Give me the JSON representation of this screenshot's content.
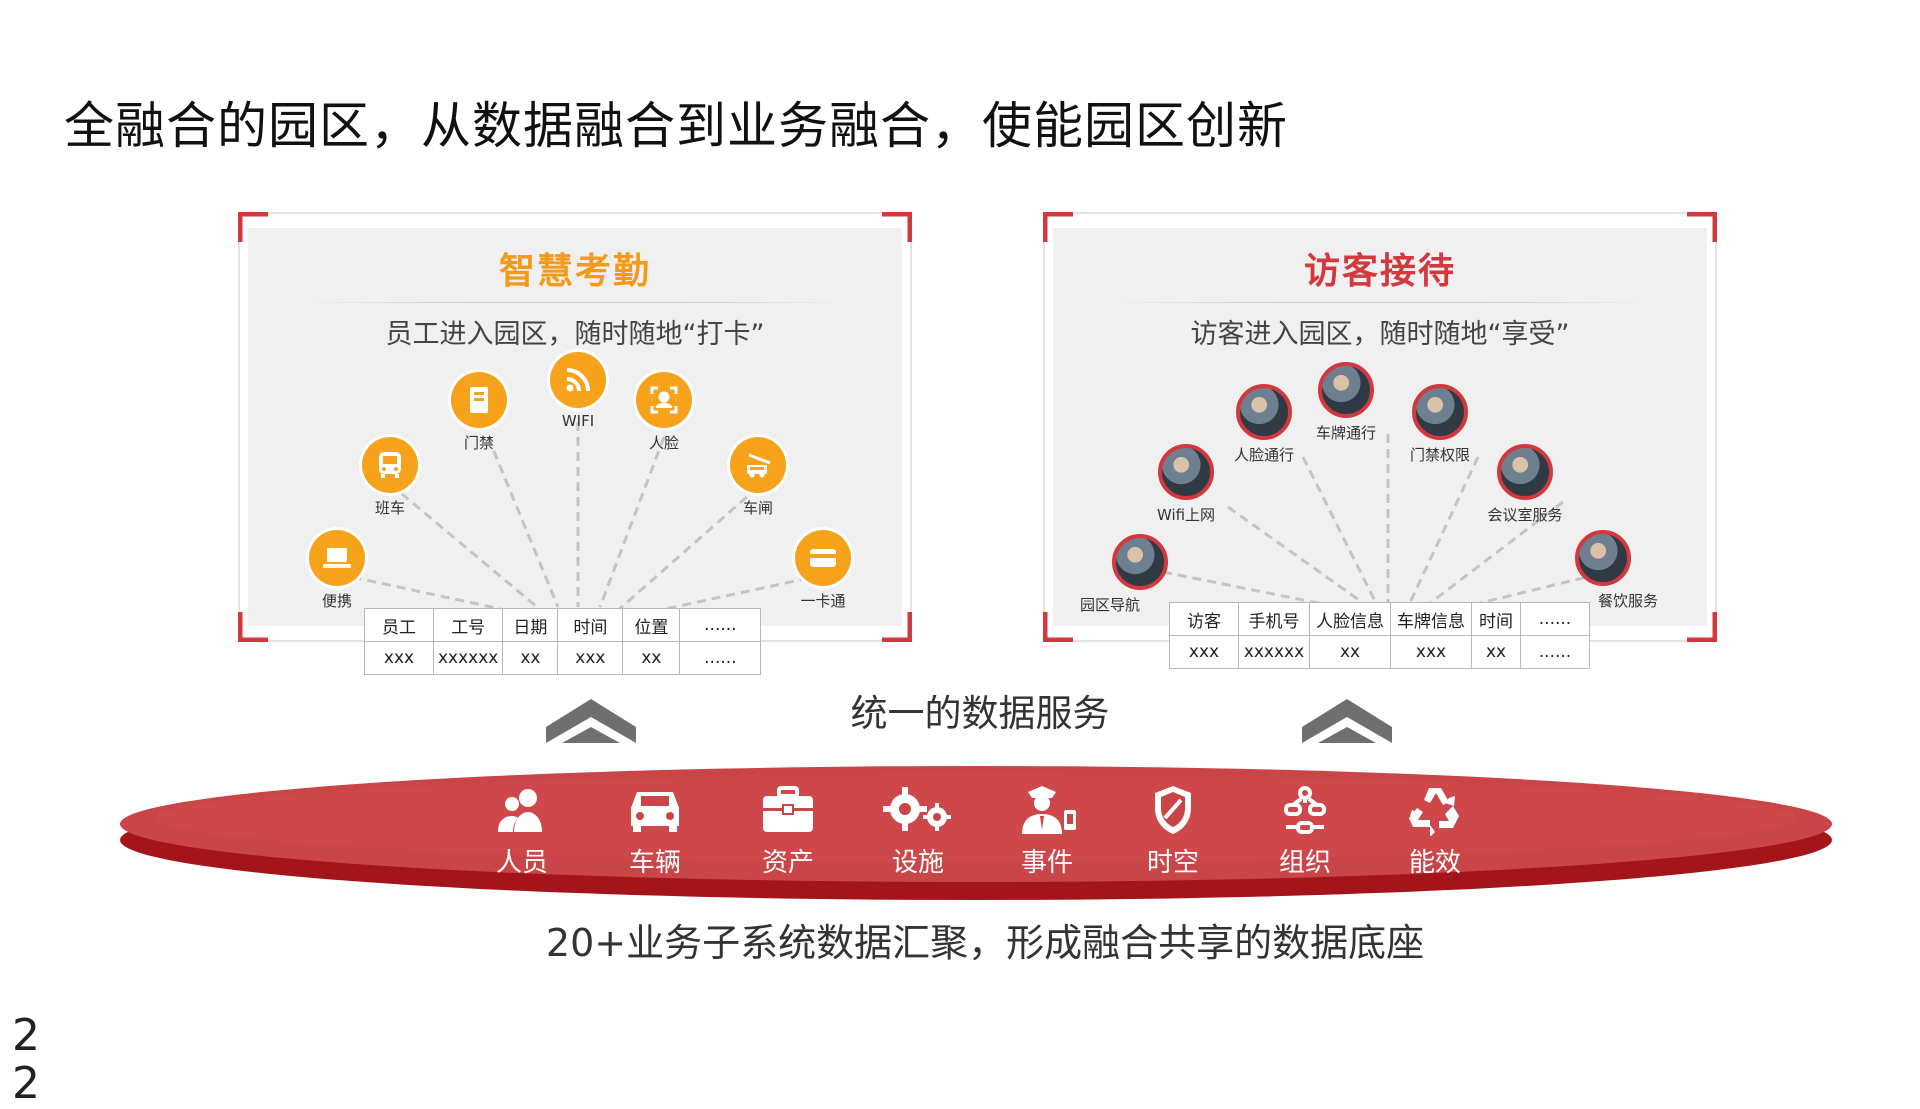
{
  "title": "全融合的园区，从数据融合到业务融合，使能园区创新",
  "colors": {
    "orange": "#f7a21b",
    "red": "#d2383d",
    "disc_red": "#c63b3f",
    "chevron": "#707070"
  },
  "left_panel": {
    "title": "智慧考勤",
    "subtitle": "员工进入园区，随时随地“打卡”",
    "nodes": [
      {
        "label": "便携",
        "icon": "laptop-icon"
      },
      {
        "label": "班车",
        "icon": "bus-icon"
      },
      {
        "label": "门禁",
        "icon": "door-card-icon"
      },
      {
        "label": "WIFI",
        "icon": "wifi-icon"
      },
      {
        "label": "人脸",
        "icon": "face-scan-icon"
      },
      {
        "label": "车闸",
        "icon": "car-gate-icon"
      },
      {
        "label": "一卡通",
        "icon": "card-icon"
      }
    ],
    "table": {
      "headers": [
        "员工",
        "工号",
        "日期",
        "时间",
        "位置",
        "......"
      ],
      "row": [
        "xxx",
        "xxxxxx",
        "xx",
        "xxx",
        "xx",
        "......"
      ]
    }
  },
  "right_panel": {
    "title": "访客接待",
    "subtitle": "访客进入园区，随时随地“享受”",
    "nodes": [
      {
        "label": "园区导航",
        "icon": "navigation-photo"
      },
      {
        "label": "Wifi上网",
        "icon": "wifi-photo"
      },
      {
        "label": "人脸通行",
        "icon": "face-photo"
      },
      {
        "label": "车牌通行",
        "icon": "plate-photo"
      },
      {
        "label": "门禁权限",
        "icon": "door-photo"
      },
      {
        "label": "会议室服务",
        "icon": "meeting-photo"
      },
      {
        "label": "餐饮服务",
        "icon": "food-photo"
      }
    ],
    "table": {
      "headers": [
        "访客",
        "手机号",
        "人脸信息",
        "车牌信息",
        "时间",
        "......"
      ],
      "row": [
        "xxx",
        "xxxxxx",
        "xx",
        "xxx",
        "xx",
        "......"
      ]
    }
  },
  "unified_label": "统一的数据服务",
  "platform_items": [
    {
      "label": "人员",
      "icon": "people-icon"
    },
    {
      "label": "车辆",
      "icon": "car-icon"
    },
    {
      "label": "资产",
      "icon": "briefcase-icon"
    },
    {
      "label": "设施",
      "icon": "gears-icon"
    },
    {
      "label": "事件",
      "icon": "officer-icon"
    },
    {
      "label": "时空",
      "icon": "shield-icon"
    },
    {
      "label": "组织",
      "icon": "org-icon"
    },
    {
      "label": "能效",
      "icon": "recycle-icon"
    }
  ],
  "footer": "20+业务子系统数据汇聚，形成融合共享的数据底座",
  "page_number_lines": [
    "2",
    "2"
  ]
}
